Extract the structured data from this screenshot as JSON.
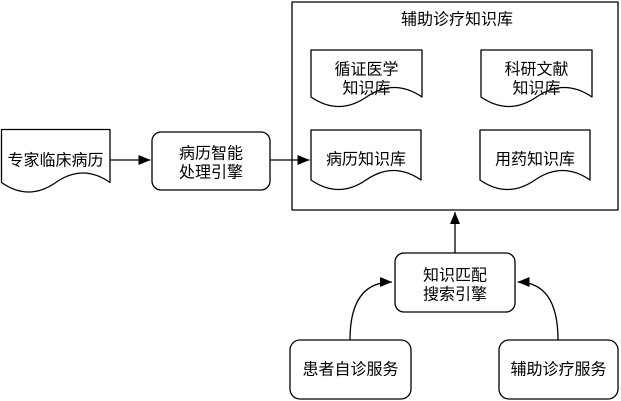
{
  "diagram": {
    "colors": {
      "stroke": "#000000",
      "shape_fill": "#ffffff",
      "text": "#000000",
      "background": "#ffffff"
    },
    "container": {
      "title": "辅助诊疗知识库"
    },
    "nodes": {
      "expert_records": {
        "label": "专家临床病历"
      },
      "processing_engine": {
        "line1": "病历智能",
        "line2": "处理引擎"
      },
      "evidence_kb": {
        "line1": "循证医学",
        "line2": "知识库"
      },
      "research_kb": {
        "line1": "科研文献",
        "line2": "知识库"
      },
      "record_kb": {
        "label": "病历知识库"
      },
      "medication_kb": {
        "label": "用药知识库"
      },
      "search_engine": {
        "line1": "知识匹配",
        "line2": "搜索引擎"
      },
      "patient_service": {
        "label": "患者自诊服务"
      },
      "assist_service": {
        "label": "辅助诊疗服务"
      }
    }
  }
}
